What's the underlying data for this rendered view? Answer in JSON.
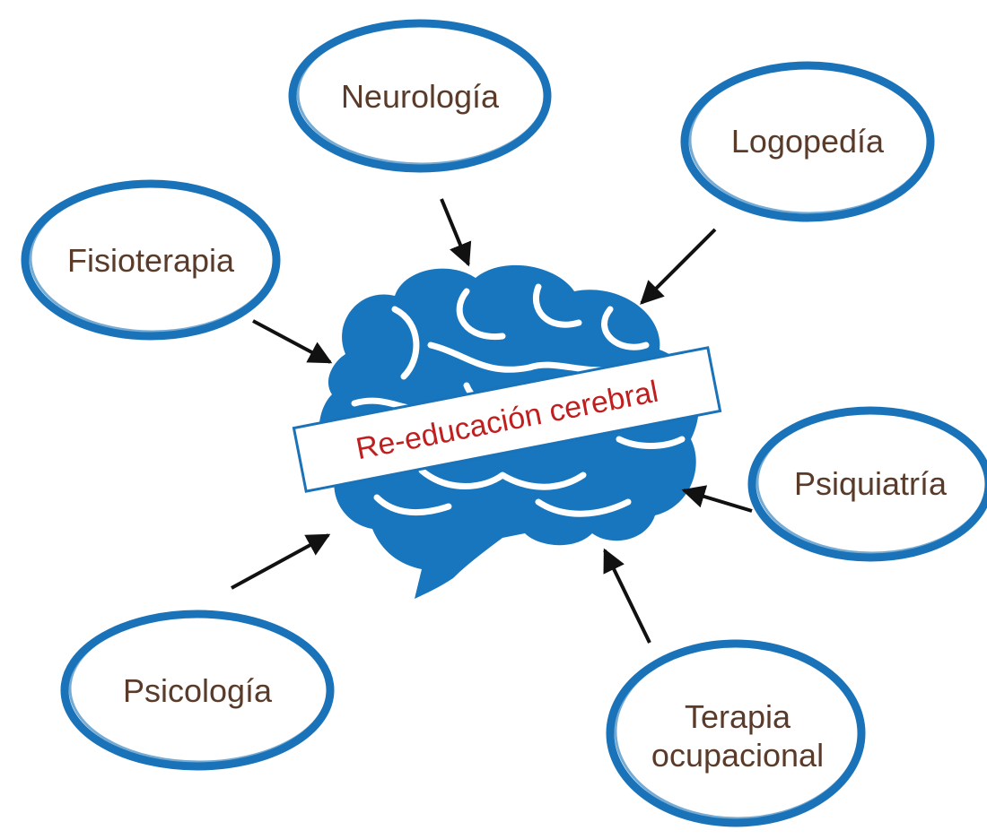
{
  "diagram": {
    "center_label": "Re-educación cerebral",
    "nodes": [
      {
        "id": "neurologia",
        "label_lines": [
          "Neurología"
        ]
      },
      {
        "id": "logopedia",
        "label_lines": [
          "Logopedía"
        ]
      },
      {
        "id": "fisioterapia",
        "label_lines": [
          "Fisioterapia"
        ]
      },
      {
        "id": "psiquiatria",
        "label_lines": [
          "Psiquiatría"
        ]
      },
      {
        "id": "psicologia",
        "label_lines": [
          "Psicología"
        ]
      },
      {
        "id": "terapia-ocupacional",
        "label_lines": [
          "Terapia",
          "ocupacional"
        ]
      }
    ],
    "colors": {
      "ring": "#1a73b8",
      "brain": "#1776bd",
      "node_text": "#5a3b2a",
      "center_text": "#c01f1f",
      "center_border": "#1a73b8",
      "arrow": "#111111"
    },
    "icons": [
      "brain-icon"
    ]
  }
}
